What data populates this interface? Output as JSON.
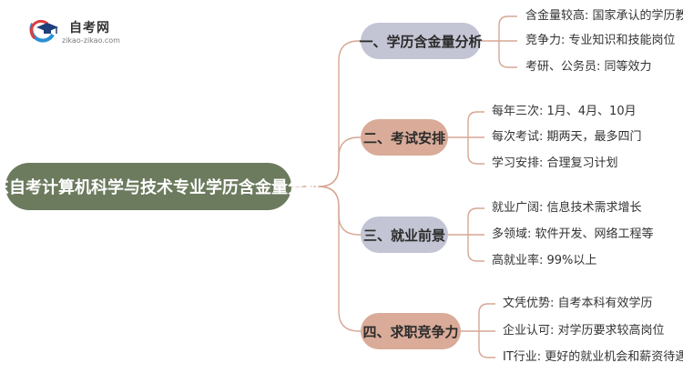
{
  "logo": {
    "title": "自考网",
    "url_text": "zikao-zikao.com",
    "icon": "graduation-cap-icon"
  },
  "mindmap": {
    "root": "广东自考计算机科学与技术专业学历含金量分析",
    "branches": [
      {
        "label": "一、学历含金量分析",
        "color": "#c3c4d4",
        "leaves": [
          "含金量较高: 国家承认的学历教育",
          "竞争力: 专业知识和技能岗位",
          "考研、公务员: 同等效力"
        ]
      },
      {
        "label": "二、考试安排",
        "color": "#d9ab98",
        "leaves": [
          "每年三次: 1月、4月、10月",
          "每次考试: 期两天，最多四门",
          "学习安排: 合理复习计划"
        ]
      },
      {
        "label": "三、就业前景",
        "color": "#c3c4d4",
        "leaves": [
          "就业广阔: 信息技术需求增长",
          "多领域: 软件开发、网络工程等",
          "高就业率: 99%以上"
        ]
      },
      {
        "label": "四、求职竞争力",
        "color": "#d9ab98",
        "leaves": [
          "文凭优势: 自考本科有效学历",
          "企业认可: 对学历要求较高岗位",
          "IT行业: 更好的就业机会和薪资待遇"
        ]
      }
    ]
  },
  "colors": {
    "root_fill": "#6c7a5e",
    "connector": "#d6a793"
  }
}
